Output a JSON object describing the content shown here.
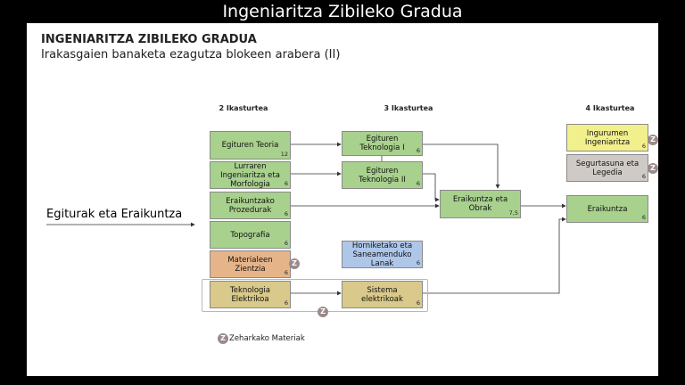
{
  "window_title": "Ingeniaritza Zibileko Gradua",
  "slide": {
    "title": "INGENIARITZA ZIBILEKO GRADUA",
    "subtitle": "Irakasgaien banaketa ezagutza blokeen arabera (II)",
    "side_label": "Egiturak eta Eraikuntza",
    "columns": [
      "2 Ikasturtea",
      "3 Ikasturtea",
      "4 Ikasturtea"
    ],
    "boxes": [
      {
        "label": "Egituren Teoria",
        "credits": "12"
      },
      {
        "label": "Lurraren Ingeniaritza eta Morfologia",
        "credits": "6"
      },
      {
        "label": "Eraikuntzako Prozedurak",
        "credits": "6"
      },
      {
        "label": "Topografia",
        "credits": "6"
      },
      {
        "label": "Materialeen Zientzia",
        "credits": "6"
      },
      {
        "label": "Teknologia Elektrikoa",
        "credits": "6"
      },
      {
        "label": "Egituren Teknologia I",
        "credits": "6"
      },
      {
        "label": "Egituren Teknologia II",
        "credits": "6"
      },
      {
        "label": "Horniketako eta Saneamenduko Lanak",
        "credits": "6"
      },
      {
        "label": "Sistema elektrikoak",
        "credits": "6"
      },
      {
        "label": "Eraikuntza eta Obrak",
        "credits": "7,5"
      },
      {
        "label": "Ingurumen Ingeniaritza",
        "credits": "6"
      },
      {
        "label": "Segurtasuna eta Legedia",
        "credits": "6"
      },
      {
        "label": "Eraikuntza",
        "credits": "6"
      }
    ],
    "transversal_icon": "Z",
    "legend_label": "Zeharkako Materiak"
  },
  "colors": {
    "green": "#a9d18e",
    "orange": "#e6b489",
    "khaki": "#d9c98a",
    "blue": "#aec6e8",
    "yellow": "#f2f08c",
    "gray": "#cfcac5"
  }
}
